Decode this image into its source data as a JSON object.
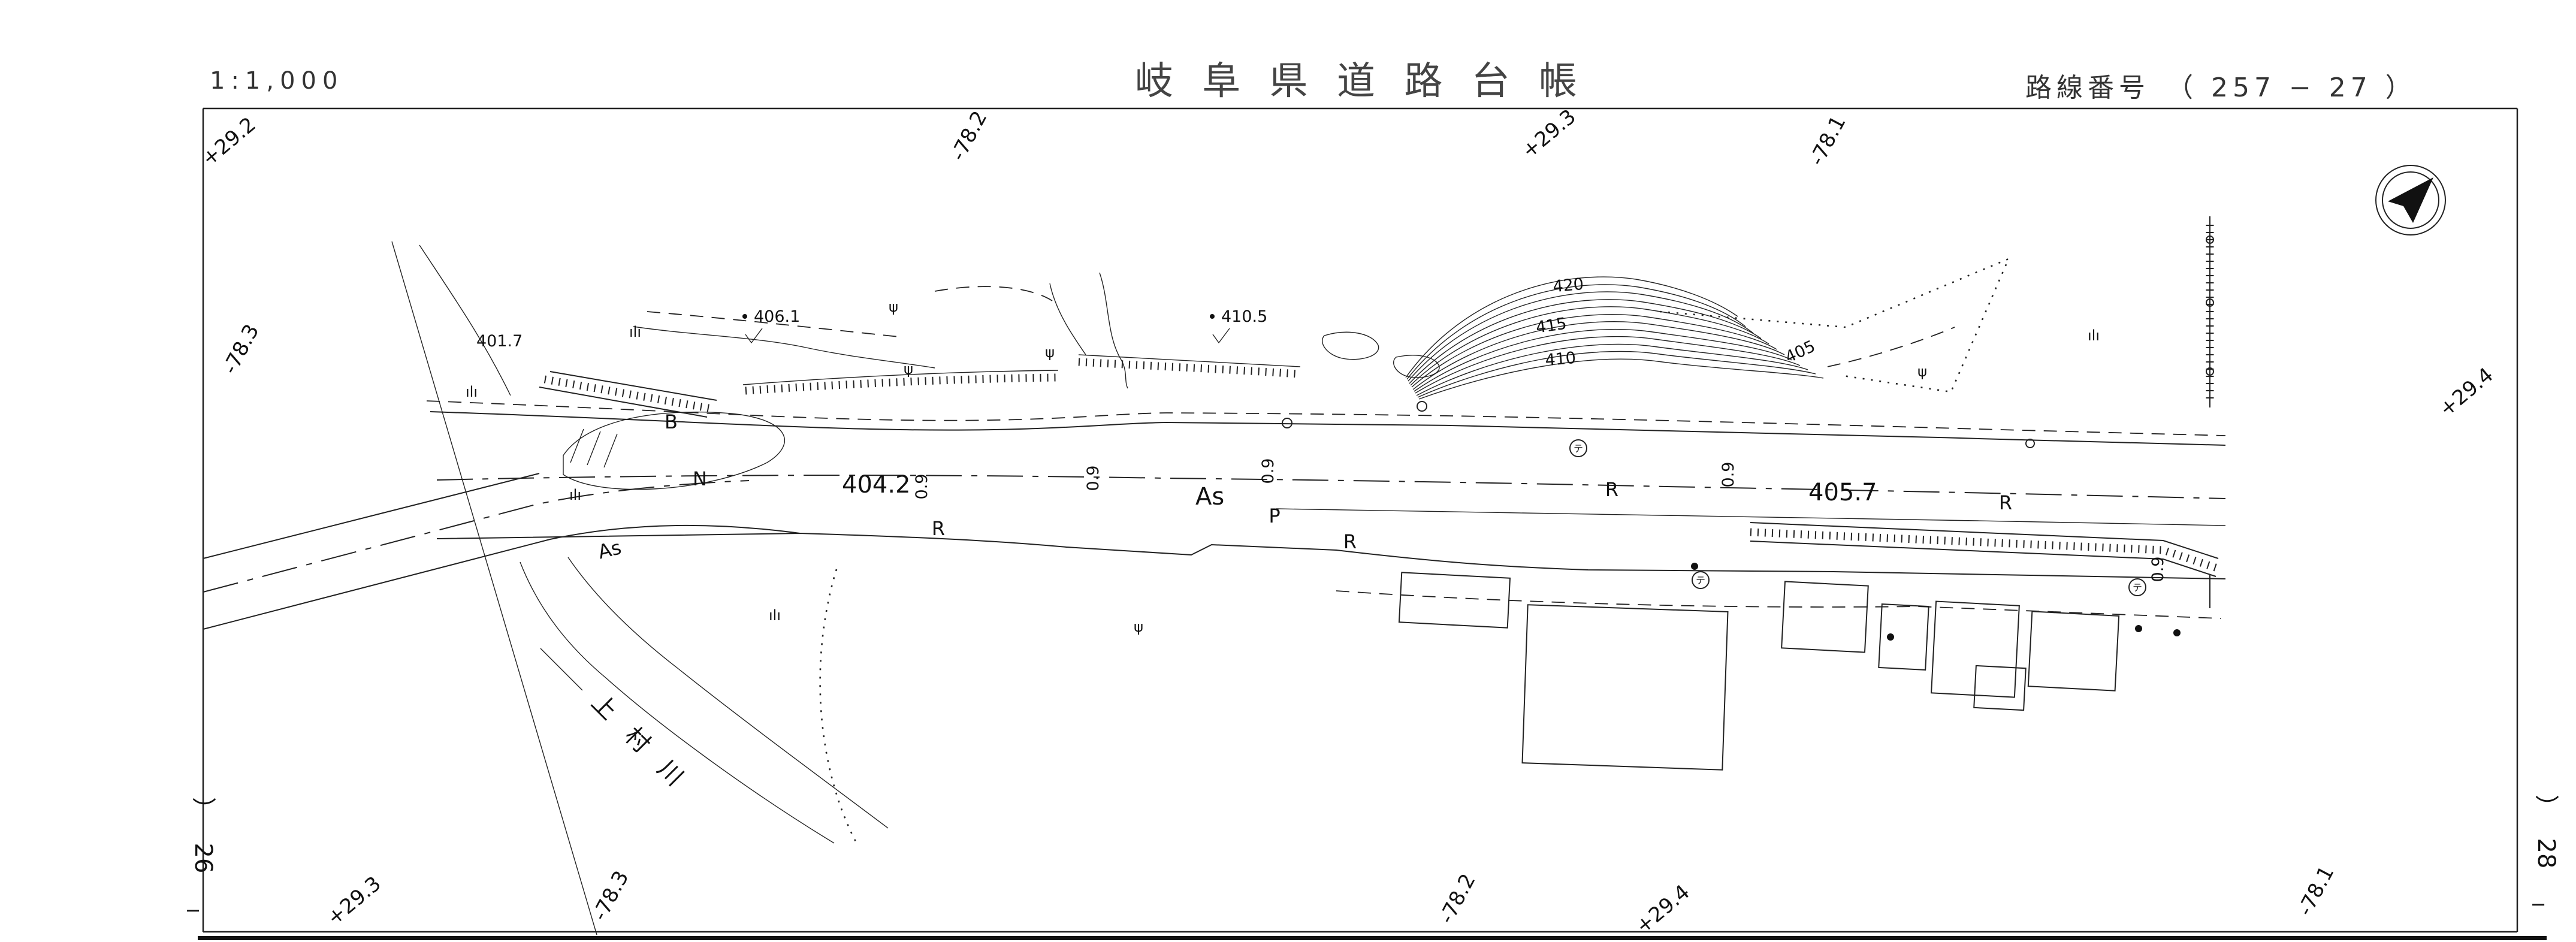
{
  "sheet": {
    "scale": "1:1,000",
    "title": "岐 阜 県 道 路 台 帳",
    "route_label": "路線番号",
    "route_value": "（ 257 −  27 ）"
  },
  "margins": {
    "left_paren": "）",
    "left_number": "26",
    "left_tick": "−",
    "right_paren": "）",
    "right_number": "28",
    "right_tick": "−"
  },
  "grid_labels": [
    "+29.2",
    "-78.2",
    "+29.3",
    "-78.1",
    "-78.3",
    "+29.4",
    "+29.3",
    "-78.3",
    "-78.2",
    "+29.4",
    "-78.1"
  ],
  "elevations": {
    "stub_point": "401.7",
    "spot_1": "406.1",
    "spot_2": "410.5",
    "road_1": "404.2",
    "road_2": "405.7"
  },
  "contour_labels": [
    "420",
    "415",
    "410",
    "405"
  ],
  "road_marks": {
    "surface_main": "As",
    "surface_branch": "As",
    "curve_labels": [
      "R",
      "R",
      "R",
      "R"
    ],
    "parking": "P",
    "n_mark": "N",
    "b_mark": "B",
    "width_labels": [
      "0.9",
      "0.9",
      "0.9",
      "0.9",
      "0.9"
    ]
  },
  "river": {
    "name": "上村川"
  },
  "symbols": {
    "grass": "ılı",
    "tree": "ψ",
    "pole": "テ"
  }
}
